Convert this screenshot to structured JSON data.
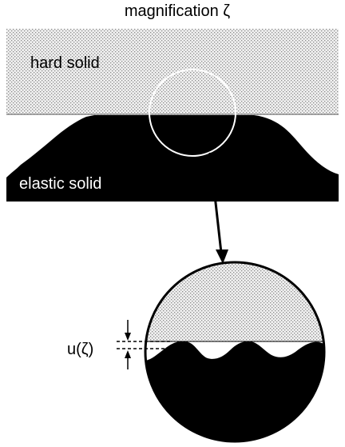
{
  "title": "magnification ζ",
  "labels": {
    "top": "hard solid",
    "bottom": "elastic solid",
    "gap": "u(ζ)"
  },
  "colors": {
    "ink": "#000000",
    "stipple": "#d9d9d9",
    "background": "#ffffff"
  }
}
